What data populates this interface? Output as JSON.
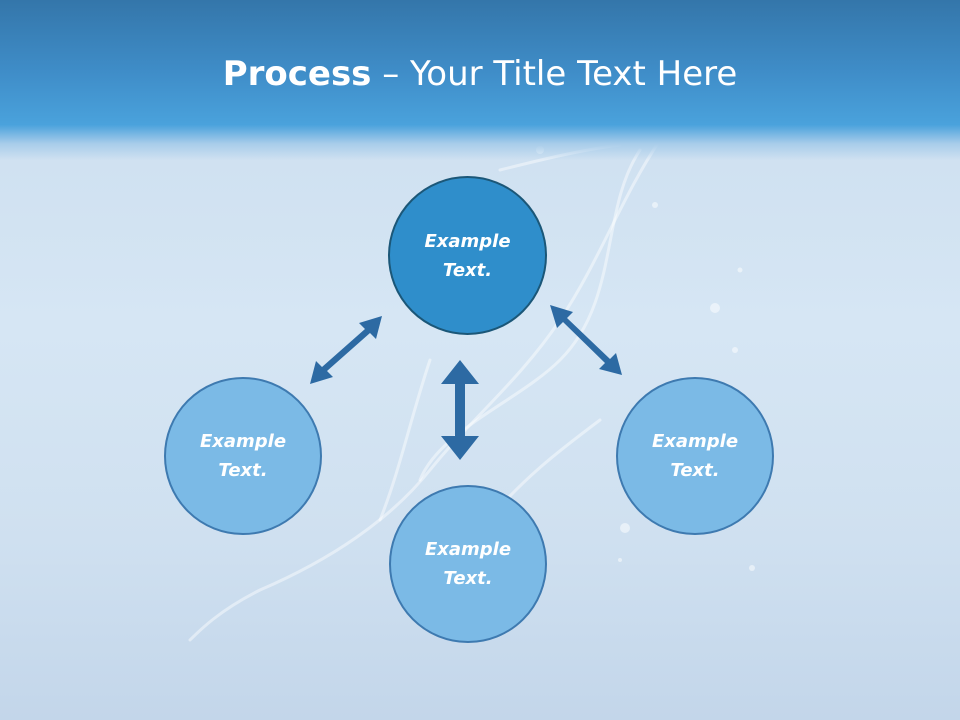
{
  "title": {
    "bold": "Process",
    "rest": " – Your Title Text Here"
  },
  "nodes": {
    "top": "Example\nText.",
    "left": "Example\nText.",
    "bottom": "Example\nText.",
    "right": "Example\nText."
  },
  "colors": {
    "header": "#3f8dc8",
    "center_circle": "#2f8ecb",
    "outer_circle": "#7bbae6",
    "arrow": "#2d6aa3"
  },
  "icons": [
    "double-arrow-icon"
  ]
}
